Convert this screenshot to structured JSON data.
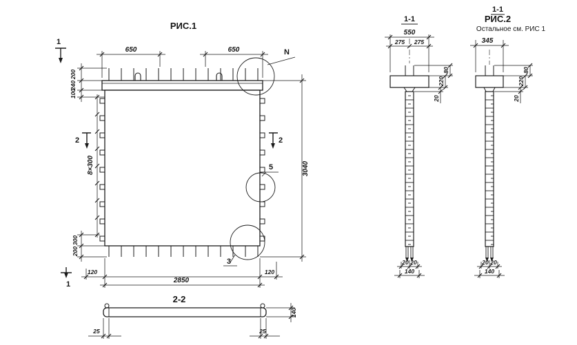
{
  "fig1": {
    "title": "РИС.1",
    "marks": {
      "s1_top": "1",
      "s1_bottom": "1",
      "s2_left": "2",
      "s2_right": "2",
      "detail_n": "N",
      "detail_5": "5",
      "detail_3": "3"
    },
    "dims": {
      "top_650_left": "650",
      "top_650_right": "650",
      "left_200_top": "200",
      "left_240": "240",
      "left_100": "100",
      "left_8x300": "8×300",
      "left_300": "300",
      "left_200_bottom": "200",
      "right_3040": "3040",
      "bottom_120_left": "120",
      "bottom_2850": "2850",
      "bottom_120_right": "120"
    }
  },
  "section22": {
    "title": "2-2",
    "dims": {
      "left_25": "25",
      "right_25": "25",
      "height_140": "140"
    }
  },
  "section11": {
    "title": "1-1",
    "dims": {
      "width_550": "550",
      "left_275": "275",
      "right_275": "275",
      "right_80": "80",
      "right_220": "220",
      "right_20": "20",
      "bottom_20_left": "20",
      "bottom_20_right": "20",
      "bottom_140": "140"
    }
  },
  "fig2": {
    "section_title": "1-1",
    "title": "РИС.2",
    "note": "Остальное см. РИС 1",
    "dims": {
      "width_345": "345",
      "right_80": "80",
      "right_220": "220",
      "right_20": "20",
      "bottom_20_left": "20",
      "bottom_20_right": "20",
      "bottom_140": "140"
    }
  }
}
